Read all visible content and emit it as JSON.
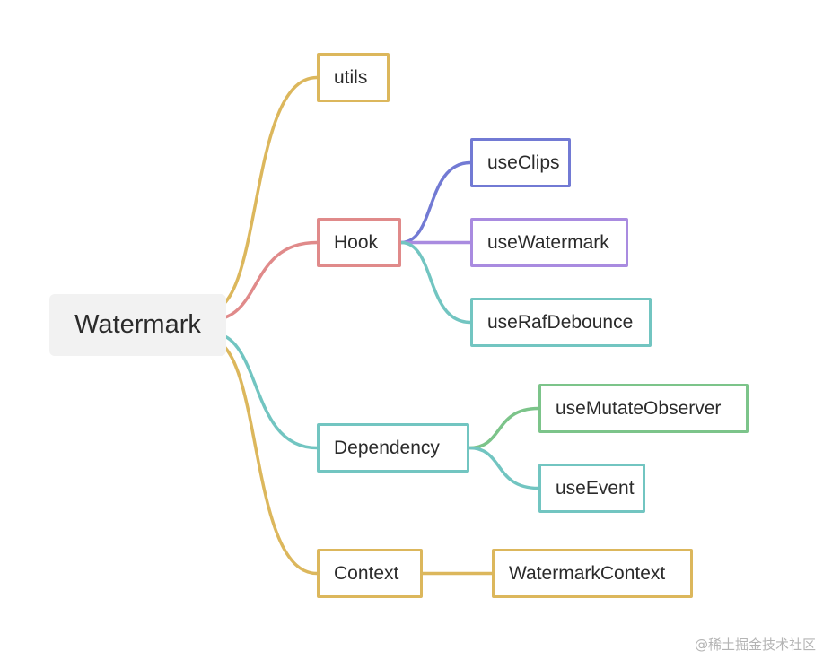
{
  "root": {
    "label": "Watermark"
  },
  "nodes": {
    "utils": {
      "label": "utils",
      "color": "#dcb75c"
    },
    "hook": {
      "label": "Hook",
      "color": "#e08a8a"
    },
    "use_clips": {
      "label": "useClips",
      "color": "#727ad4"
    },
    "use_watermark": {
      "label": "useWatermark",
      "color": "#a98be0"
    },
    "use_raf_debounce": {
      "label": "useRafDebounce",
      "color": "#72c5c1"
    },
    "dependency": {
      "label": "Dependency",
      "color": "#72c5c1"
    },
    "use_mutate_observer": {
      "label": "useMutateObserver",
      "color": "#7cc48a"
    },
    "use_event": {
      "label": "useEvent",
      "color": "#72c5c1"
    },
    "context": {
      "label": "Context",
      "color": "#dcb75c"
    },
    "watermark_context": {
      "label": "WatermarkContext",
      "color": "#dcb75c"
    }
  },
  "edges": [
    {
      "from": "root",
      "to": "utils"
    },
    {
      "from": "root",
      "to": "hook"
    },
    {
      "from": "root",
      "to": "dependency"
    },
    {
      "from": "root",
      "to": "context"
    },
    {
      "from": "hook",
      "to": "use_clips"
    },
    {
      "from": "hook",
      "to": "use_watermark"
    },
    {
      "from": "hook",
      "to": "use_raf_debounce"
    },
    {
      "from": "dependency",
      "to": "use_mutate_observer"
    },
    {
      "from": "dependency",
      "to": "use_event"
    },
    {
      "from": "context",
      "to": "watermark_context"
    }
  ],
  "credit": "@稀土掘金技术社区"
}
